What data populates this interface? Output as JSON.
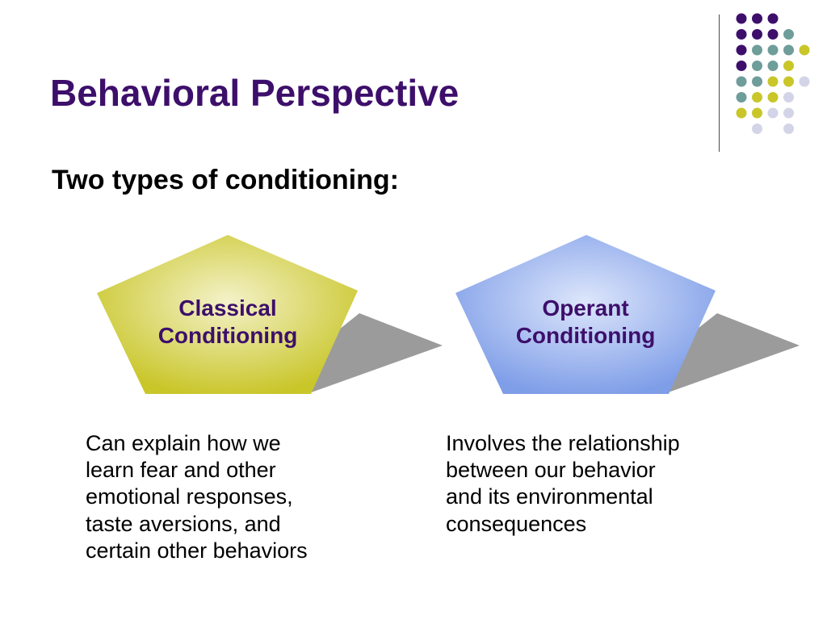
{
  "slide": {
    "title": "Behavioral Perspective",
    "subtitle": "Two types of conditioning:"
  },
  "shapes": [
    {
      "label_lines": [
        "Classical",
        "Conditioning"
      ],
      "fill_color": "#c9c62a",
      "highlight_color": "#f4f2c9"
    },
    {
      "label_lines": [
        "Operant",
        "Conditioning"
      ],
      "fill_color": "#7f9ee8",
      "highlight_color": "#dde6fb"
    }
  ],
  "descriptions": [
    {
      "lines": [
        "Can explain how we",
        "learn fear and other",
        "emotional responses,",
        "taste aversions, and",
        "certain other behaviors"
      ]
    },
    {
      "lines": [
        "Involves the relationship",
        "between our behavior",
        "and its environmental",
        "consequences"
      ]
    }
  ],
  "colors": {
    "title": "#3d0f6b",
    "shadow": "#9b9b9b",
    "dot_purple": "#3d0f6b",
    "dot_teal": "#6e9d9a",
    "dot_yellow": "#c9c62a",
    "dot_lavender": "#d4d4e8"
  },
  "decor": {
    "dot_grid_rows": [
      [
        "purple",
        "purple",
        "purple",
        "none",
        "none"
      ],
      [
        "purple",
        "purple",
        "purple",
        "teal",
        "none"
      ],
      [
        "purple",
        "teal",
        "teal",
        "teal",
        "yellow"
      ],
      [
        "purple",
        "teal",
        "teal",
        "yellow",
        "none"
      ],
      [
        "teal",
        "teal",
        "yellow",
        "yellow",
        "lavender"
      ],
      [
        "teal",
        "yellow",
        "yellow",
        "lavender",
        "none"
      ],
      [
        "yellow",
        "yellow",
        "lavender",
        "lavender",
        "none"
      ],
      [
        "none",
        "lavender",
        "none",
        "lavender",
        "none"
      ]
    ]
  }
}
